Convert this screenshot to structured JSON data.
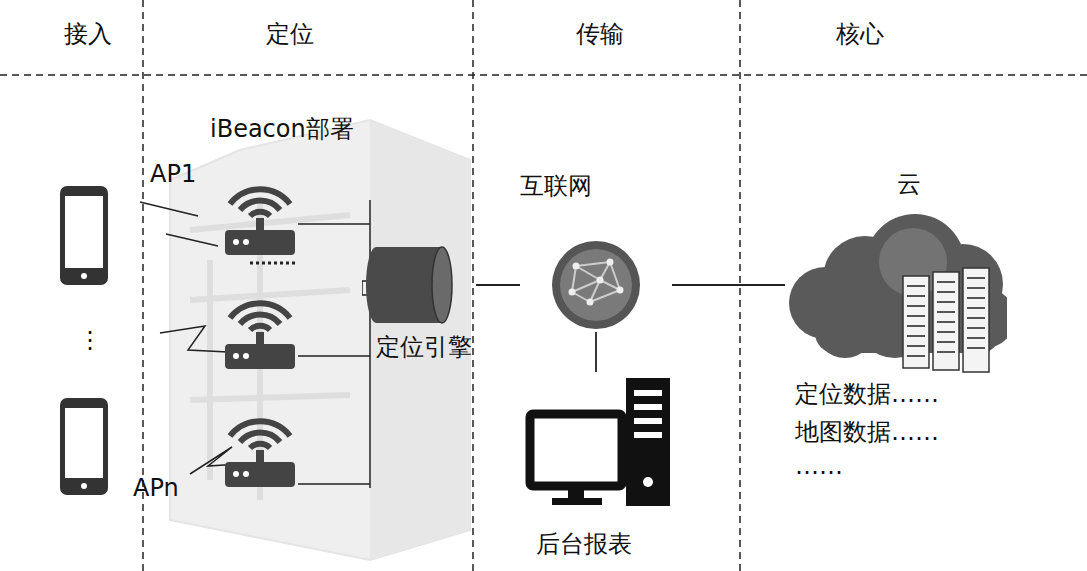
{
  "diagram": {
    "nodes": [
      {
        "text": [
          "定位引擎"
        ]
      },
      {
        "text": [
          "互联网"
        ]
      },
      {
        "text": [
          "后台报表"
        ]
      },
      {
        "text": [
          "云",
          "定位数据……",
          "地图数据……",
          "……"
        ]
      }
    ],
    "edges": [
      {
        "from": 0,
        "to": 1,
        "arrow": "none"
      },
      {
        "from": 1,
        "to": 3,
        "arrow": "none"
      },
      {
        "from": 1,
        "to": 2,
        "arrow": "none"
      }
    ],
    "labels": [
      "接入",
      "定位",
      "传输",
      "核心",
      "iBeacon部署",
      "AP1",
      "⋮",
      "APn"
    ]
  }
}
